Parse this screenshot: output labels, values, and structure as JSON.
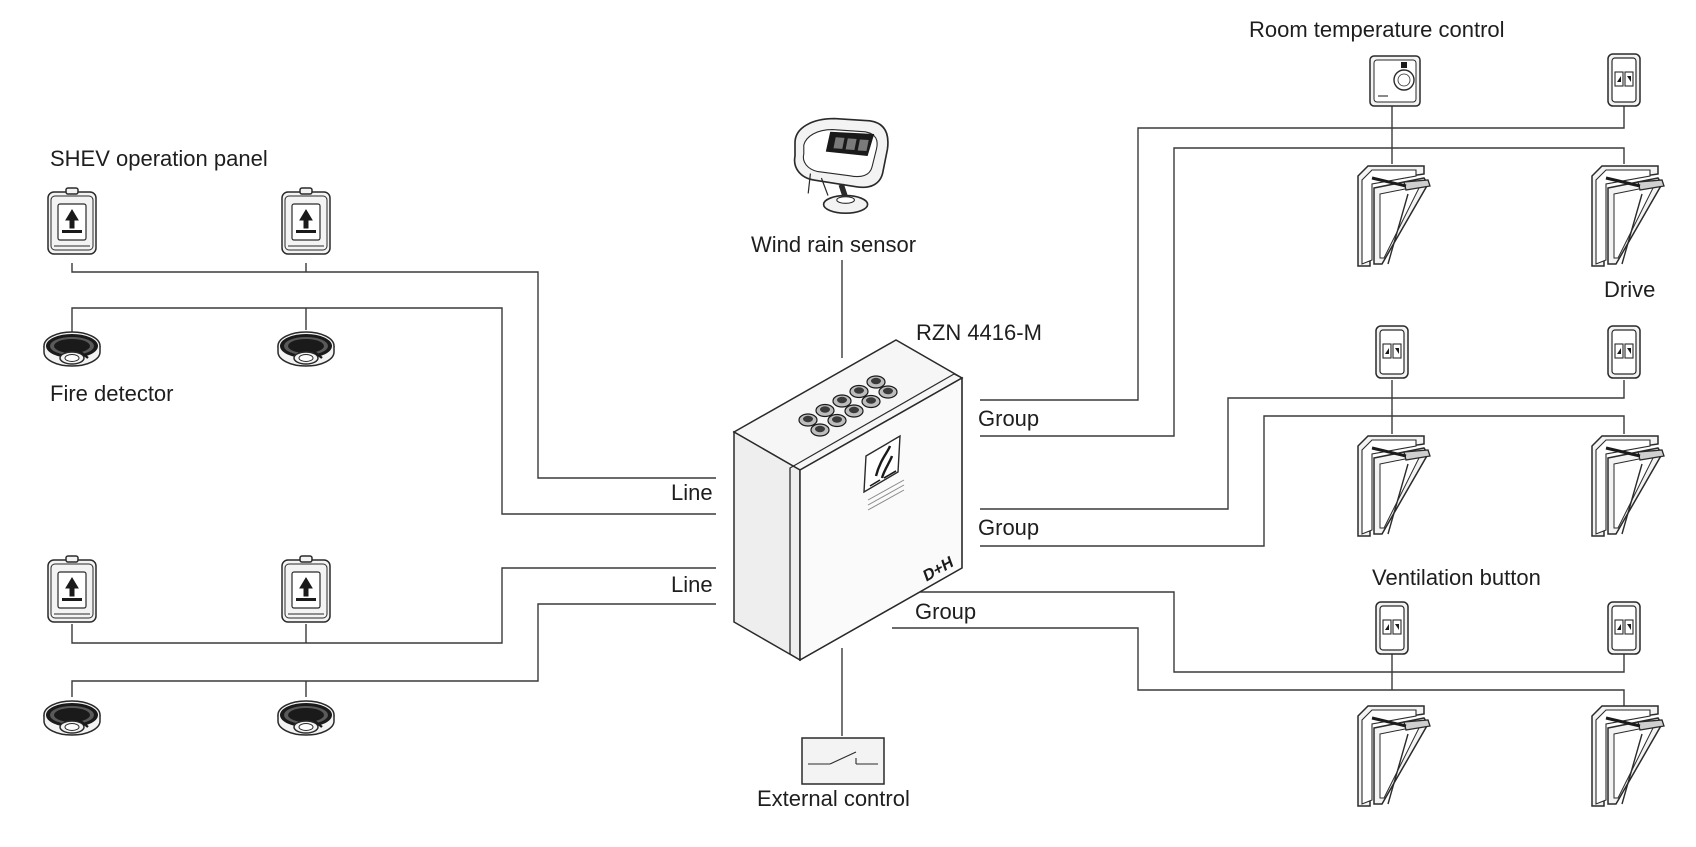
{
  "labels": {
    "shev_operation_panel": "SHEV operation panel",
    "fire_detector": "Fire detector",
    "line_top": "Line",
    "line_bottom": "Line",
    "wind_rain_sensor": "Wind rain sensor",
    "controller_model": "RZN 4416-M",
    "external_control": "External control",
    "room_temperature_control": "Room temperature control",
    "drive": "Drive",
    "group_1": "Group",
    "group_2": "Group",
    "group_3": "Group",
    "ventilation_button": "Ventilation button"
  },
  "controller": {
    "brand_mark": "D+H",
    "gland_count": 10
  },
  "icons": {
    "shev_panel": "shev-operation-panel-icon",
    "fire_detector": "fire-detector-icon",
    "wind_rain_sensor": "wind-rain-sensor-icon",
    "controller": "control-unit-icon",
    "external_control": "switch-icon",
    "thermostat": "room-thermostat-icon",
    "ventilation_button": "ventilation-button-icon",
    "drive_window": "window-drive-icon"
  },
  "colors": {
    "line": "#3a3a3a",
    "text": "#1e1e1e",
    "background": "#ffffff"
  }
}
